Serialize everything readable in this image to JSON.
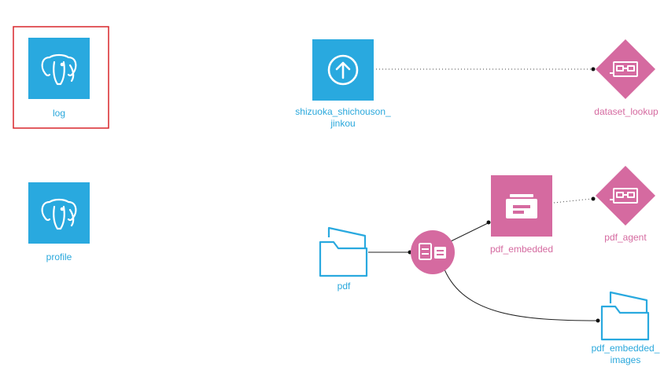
{
  "colors": {
    "dataset": "#29a9df",
    "recipe": "#d56aa0",
    "folder_stroke": "#29a9df",
    "selection": "#d9262b"
  },
  "nodes": {
    "log": {
      "label": "log",
      "icon": "postgresql-elephant-icon",
      "selected": true
    },
    "profile": {
      "label": "profile",
      "icon": "postgresql-elephant-icon"
    },
    "shizuoka": {
      "label_line1": "shizuoka_shichouson_",
      "label_line2": "jinkou",
      "icon": "upload-arrow-icon"
    },
    "dataset_lookup": {
      "label": "dataset_lookup",
      "icon": "agent-glasses-icon"
    },
    "pdf": {
      "label": "pdf",
      "icon": "folder-icon"
    },
    "extract_recipe": {
      "icon": "document-extract-icon"
    },
    "pdf_embedded": {
      "label": "pdf_embedded",
      "icon": "knowledge-bank-icon"
    },
    "pdf_agent": {
      "label": "pdf_agent",
      "icon": "agent-glasses-icon"
    },
    "pdf_embedded_images": {
      "label_line1": "pdf_embedded_",
      "label_line2": "images",
      "icon": "folder-icon"
    }
  }
}
